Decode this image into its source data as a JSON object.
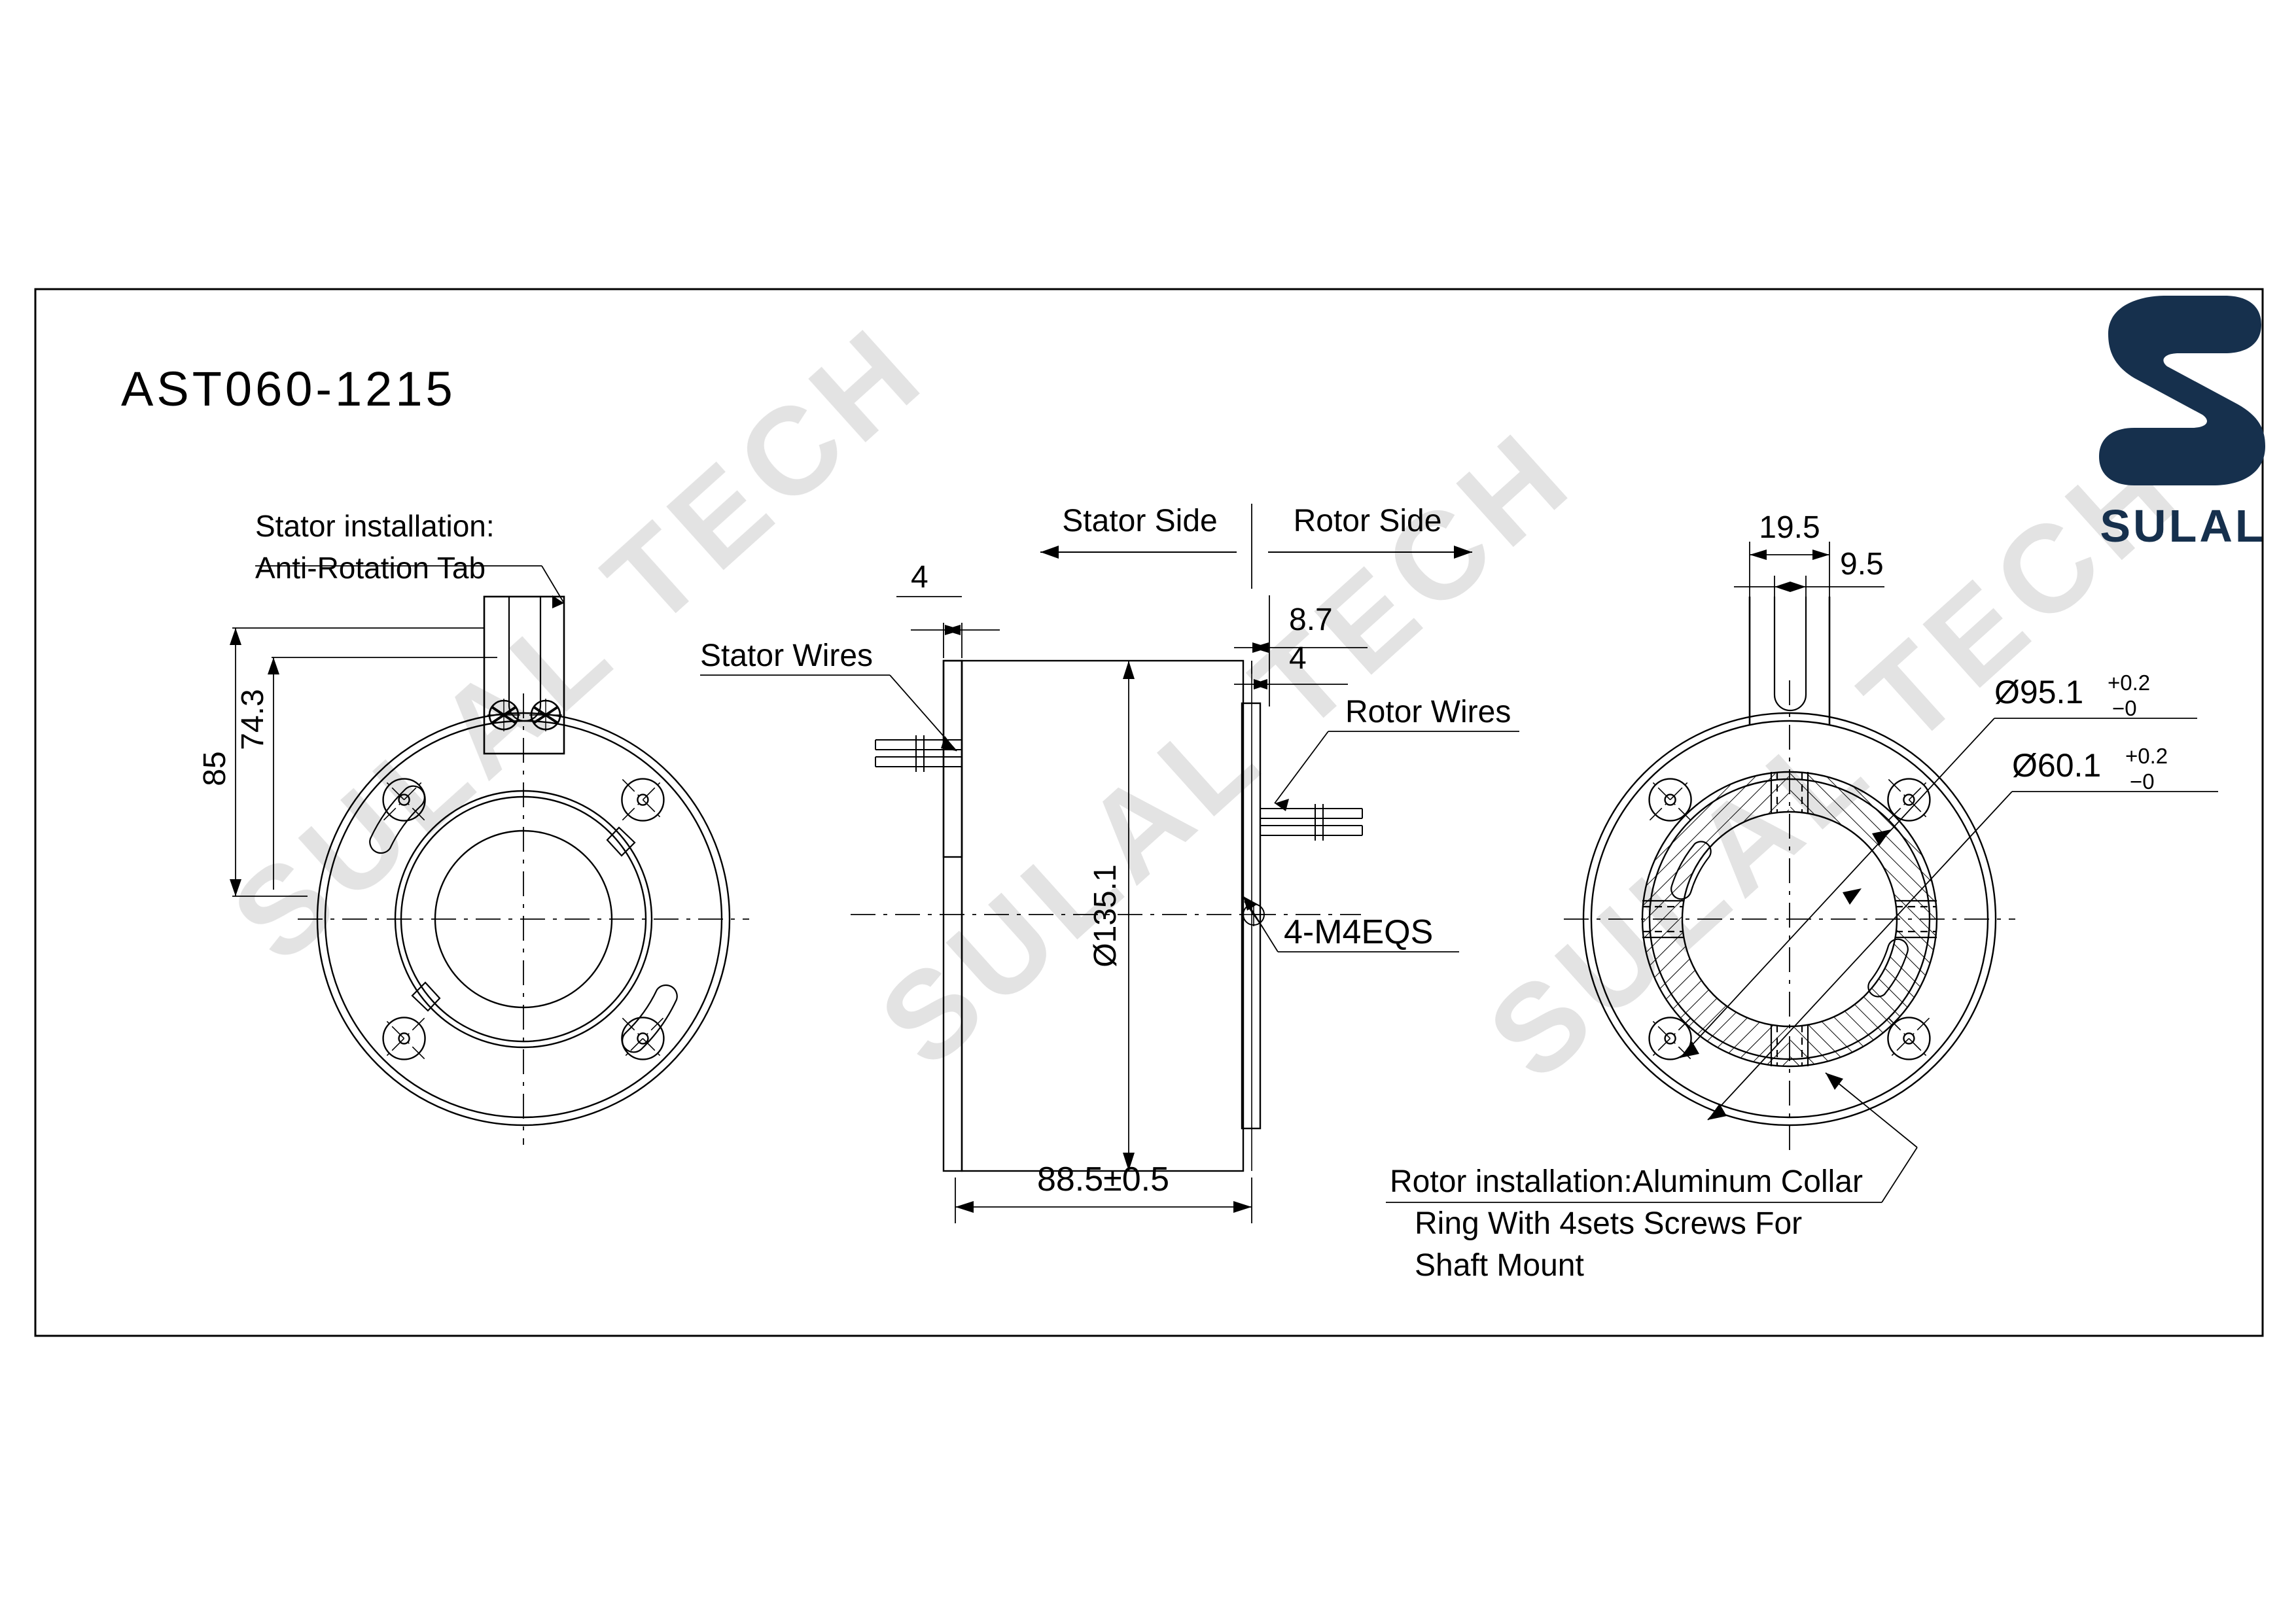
{
  "drawing": {
    "title": "AST060-1215",
    "logo": {
      "mark": "S",
      "wordmark": "SULAL",
      "color": "#16304d"
    },
    "watermark": "SULAL TECH",
    "frame_color": "#000000",
    "line_color": "#000000"
  },
  "views": {
    "left": {
      "name": "stator-end-view",
      "callout_line1": "Stator installation:",
      "callout_line2": "Anti-Rotation Tab",
      "dim_outer": "85",
      "dim_bolt_circle": "74.3"
    },
    "middle": {
      "name": "side-section-view",
      "label_stator_side": "Stator Side",
      "label_rotor_side": "Rotor Side",
      "label_stator_wires": "Stator Wires",
      "label_rotor_wires": "Rotor Wires",
      "dim_flange_thickness": "4",
      "dim_rotor_offset": "8.7",
      "dim_rotor_plate": "4",
      "dim_diameter": "Ø135.1",
      "dim_length": "88.5±0.5",
      "thread_note": "4-M4EQS"
    },
    "right": {
      "name": "rotor-end-view",
      "dim_tab_outer": "19.5",
      "dim_tab_inner": "9.5",
      "dim_od": "Ø95.1",
      "dim_od_tol_upper": "+0.2",
      "dim_od_tol_lower": "−0",
      "dim_id": "Ø60.1",
      "dim_id_tol_upper": "+0.2",
      "dim_id_tol_lower": "−0",
      "note_line1": "Rotor installation:Aluminum Collar",
      "note_line2": "Ring With 4sets Screws For",
      "note_line3": "Shaft Mount"
    }
  }
}
